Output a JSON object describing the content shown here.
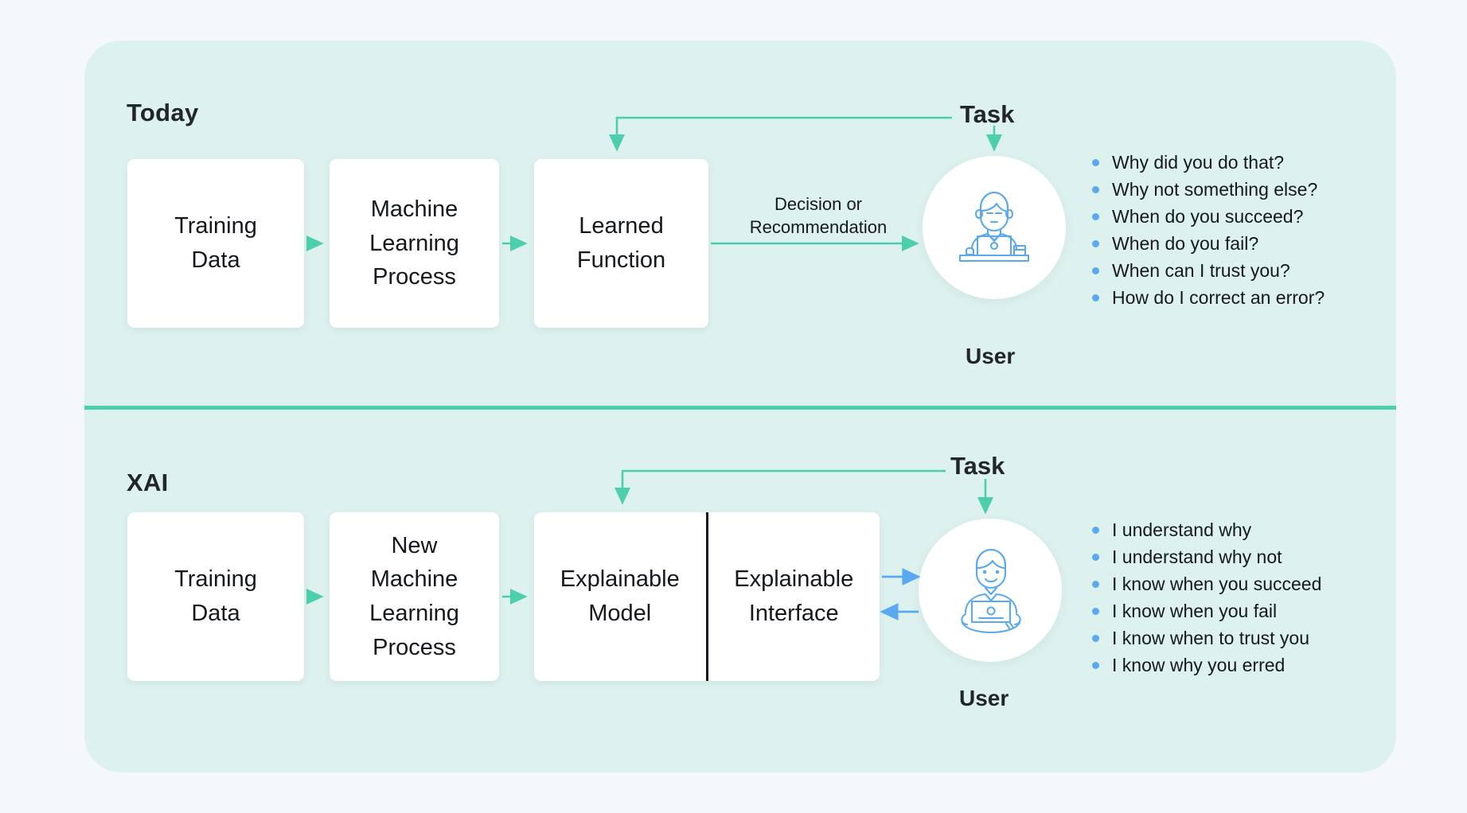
{
  "page": {
    "background_color": "#f4f7fb",
    "panel_color": "#ddf1ee",
    "divider_color": "#4dcfae",
    "arrow_green": "#4dcfae",
    "arrow_blue": "#5aa9ef",
    "bullet_color": "#5aa9ef",
    "box_color": "#ffffff"
  },
  "sections": {
    "today": {
      "label": "Today",
      "boxes": {
        "training_data": "Training\nData",
        "training_data_line1": "Training",
        "training_data_line2": "Data",
        "ml_process_line1": "Machine",
        "ml_process_line2": "Learning",
        "ml_process_line3": "Process",
        "learned_function_line1": "Learned",
        "learned_function_line2": "Function"
      },
      "edge_caption_line1": "Decision or",
      "edge_caption_line2": "Recommendation",
      "task_label": "Task",
      "user_label": "User",
      "questions": [
        "Why did you do that?",
        "Why not something else?",
        "When do you succeed?",
        "When do you fail?",
        "When can I trust you?",
        "How do I correct an error?"
      ]
    },
    "xai": {
      "label": "XAI",
      "boxes": {
        "training_data_line1": "Training",
        "training_data_line2": "Data",
        "new_ml_process_line1": "New",
        "new_ml_process_line2": "Machine",
        "new_ml_process_line3": "Learning",
        "new_ml_process_line4": "Process",
        "explainable_model_line1": "Explainable",
        "explainable_model_line2": "Model",
        "explainable_interface_line1": "Explainable",
        "explainable_interface_line2": "Interface"
      },
      "task_label": "Task",
      "user_label": "User",
      "statements": [
        "I understand why",
        "I understand why not",
        "I know when you succeed",
        "I know when you fail",
        "I know when to trust you",
        "I know why you erred"
      ]
    }
  },
  "icons": {
    "user_desk": "user-at-desk-icon",
    "user_lap": "user-with-laptop-icon"
  }
}
